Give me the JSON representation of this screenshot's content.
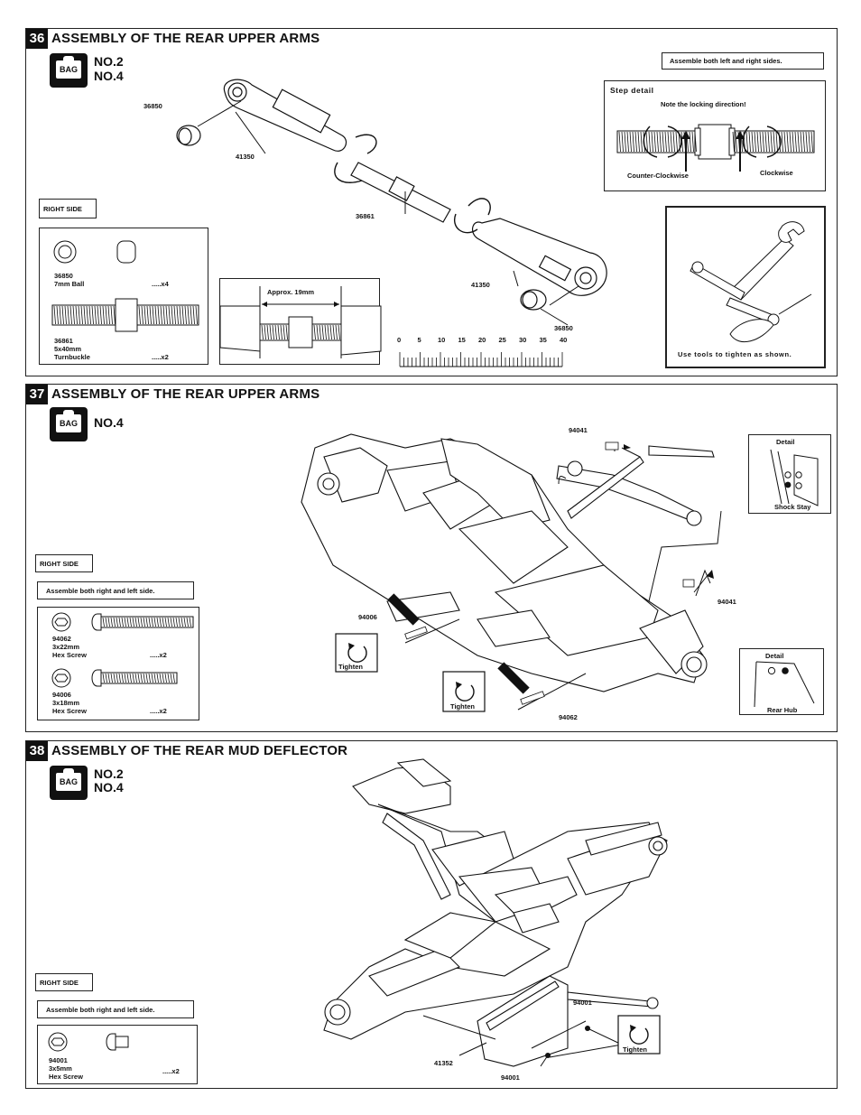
{
  "steps": [
    {
      "number": "36",
      "title": "ASSEMBLY OF THE REAR UPPER ARMS",
      "bag_icon": "BAG",
      "bags": [
        "NO.2",
        "NO.4"
      ],
      "note": "Assemble both left and right sides.",
      "step_detail": {
        "title": "Step detail",
        "caption": "Note the locking direction!",
        "left_label": "Counter-Clockwise",
        "right_label": "Clockwise"
      },
      "side_label": "RIGHT SIDE",
      "parts": [
        {
          "code": "36850",
          "name": "7mm Ball",
          "qty": ".....x4"
        },
        {
          "code": "36861",
          "name": "5x40mm",
          "name2": "Turnbuckle",
          "qty": ".....x2"
        }
      ],
      "callouts": {
        "ball_top": "36850",
        "arm_top": "41350",
        "turnbuckle": "36861",
        "arm_bottom": "41350",
        "ball_bottom": "36850"
      },
      "approx_label": "Approx. 19mm",
      "ruler_ticks": [
        "0",
        "5",
        "10",
        "15",
        "20",
        "25",
        "30",
        "35",
        "40"
      ],
      "tool_caption": "Use tools to tighten as shown."
    },
    {
      "number": "37",
      "title": "ASSEMBLY OF THE REAR UPPER ARMS",
      "bag_icon": "BAG",
      "bags": [
        "NO.4"
      ],
      "side_label": "RIGHT SIDE",
      "note": "Assemble both right and left side.",
      "parts": [
        {
          "code": "94062",
          "name": "3x22mm",
          "name2": "Hex Screw",
          "qty": ".....x2"
        },
        {
          "code": "94006",
          "name": "3x18mm",
          "name2": "Hex Screw",
          "qty": ".....x2"
        }
      ],
      "callouts": {
        "screw_top": "94041",
        "screw_right": "94041",
        "screw_left": "94006",
        "screw_bottom": "94062"
      },
      "tighten": "Tighten",
      "detail_shock": {
        "title": "Detail",
        "caption": "Shock Stay"
      },
      "detail_hub": {
        "title": "Detail",
        "caption": "Rear Hub"
      }
    },
    {
      "number": "38",
      "title": "ASSEMBLY OF THE REAR MUD DEFLECTOR",
      "bag_icon": "BAG",
      "bags": [
        "NO.2",
        "NO.4"
      ],
      "side_label": "RIGHT SIDE",
      "note": "Assemble both right and left side.",
      "parts": [
        {
          "code": "94001",
          "name": "3x5mm",
          "name2": "Hex Screw",
          "qty": ".....x2"
        }
      ],
      "callouts": {
        "deflector": "41352",
        "screw_top": "94001",
        "screw_bottom": "94001"
      },
      "tighten": "Tighten"
    }
  ]
}
